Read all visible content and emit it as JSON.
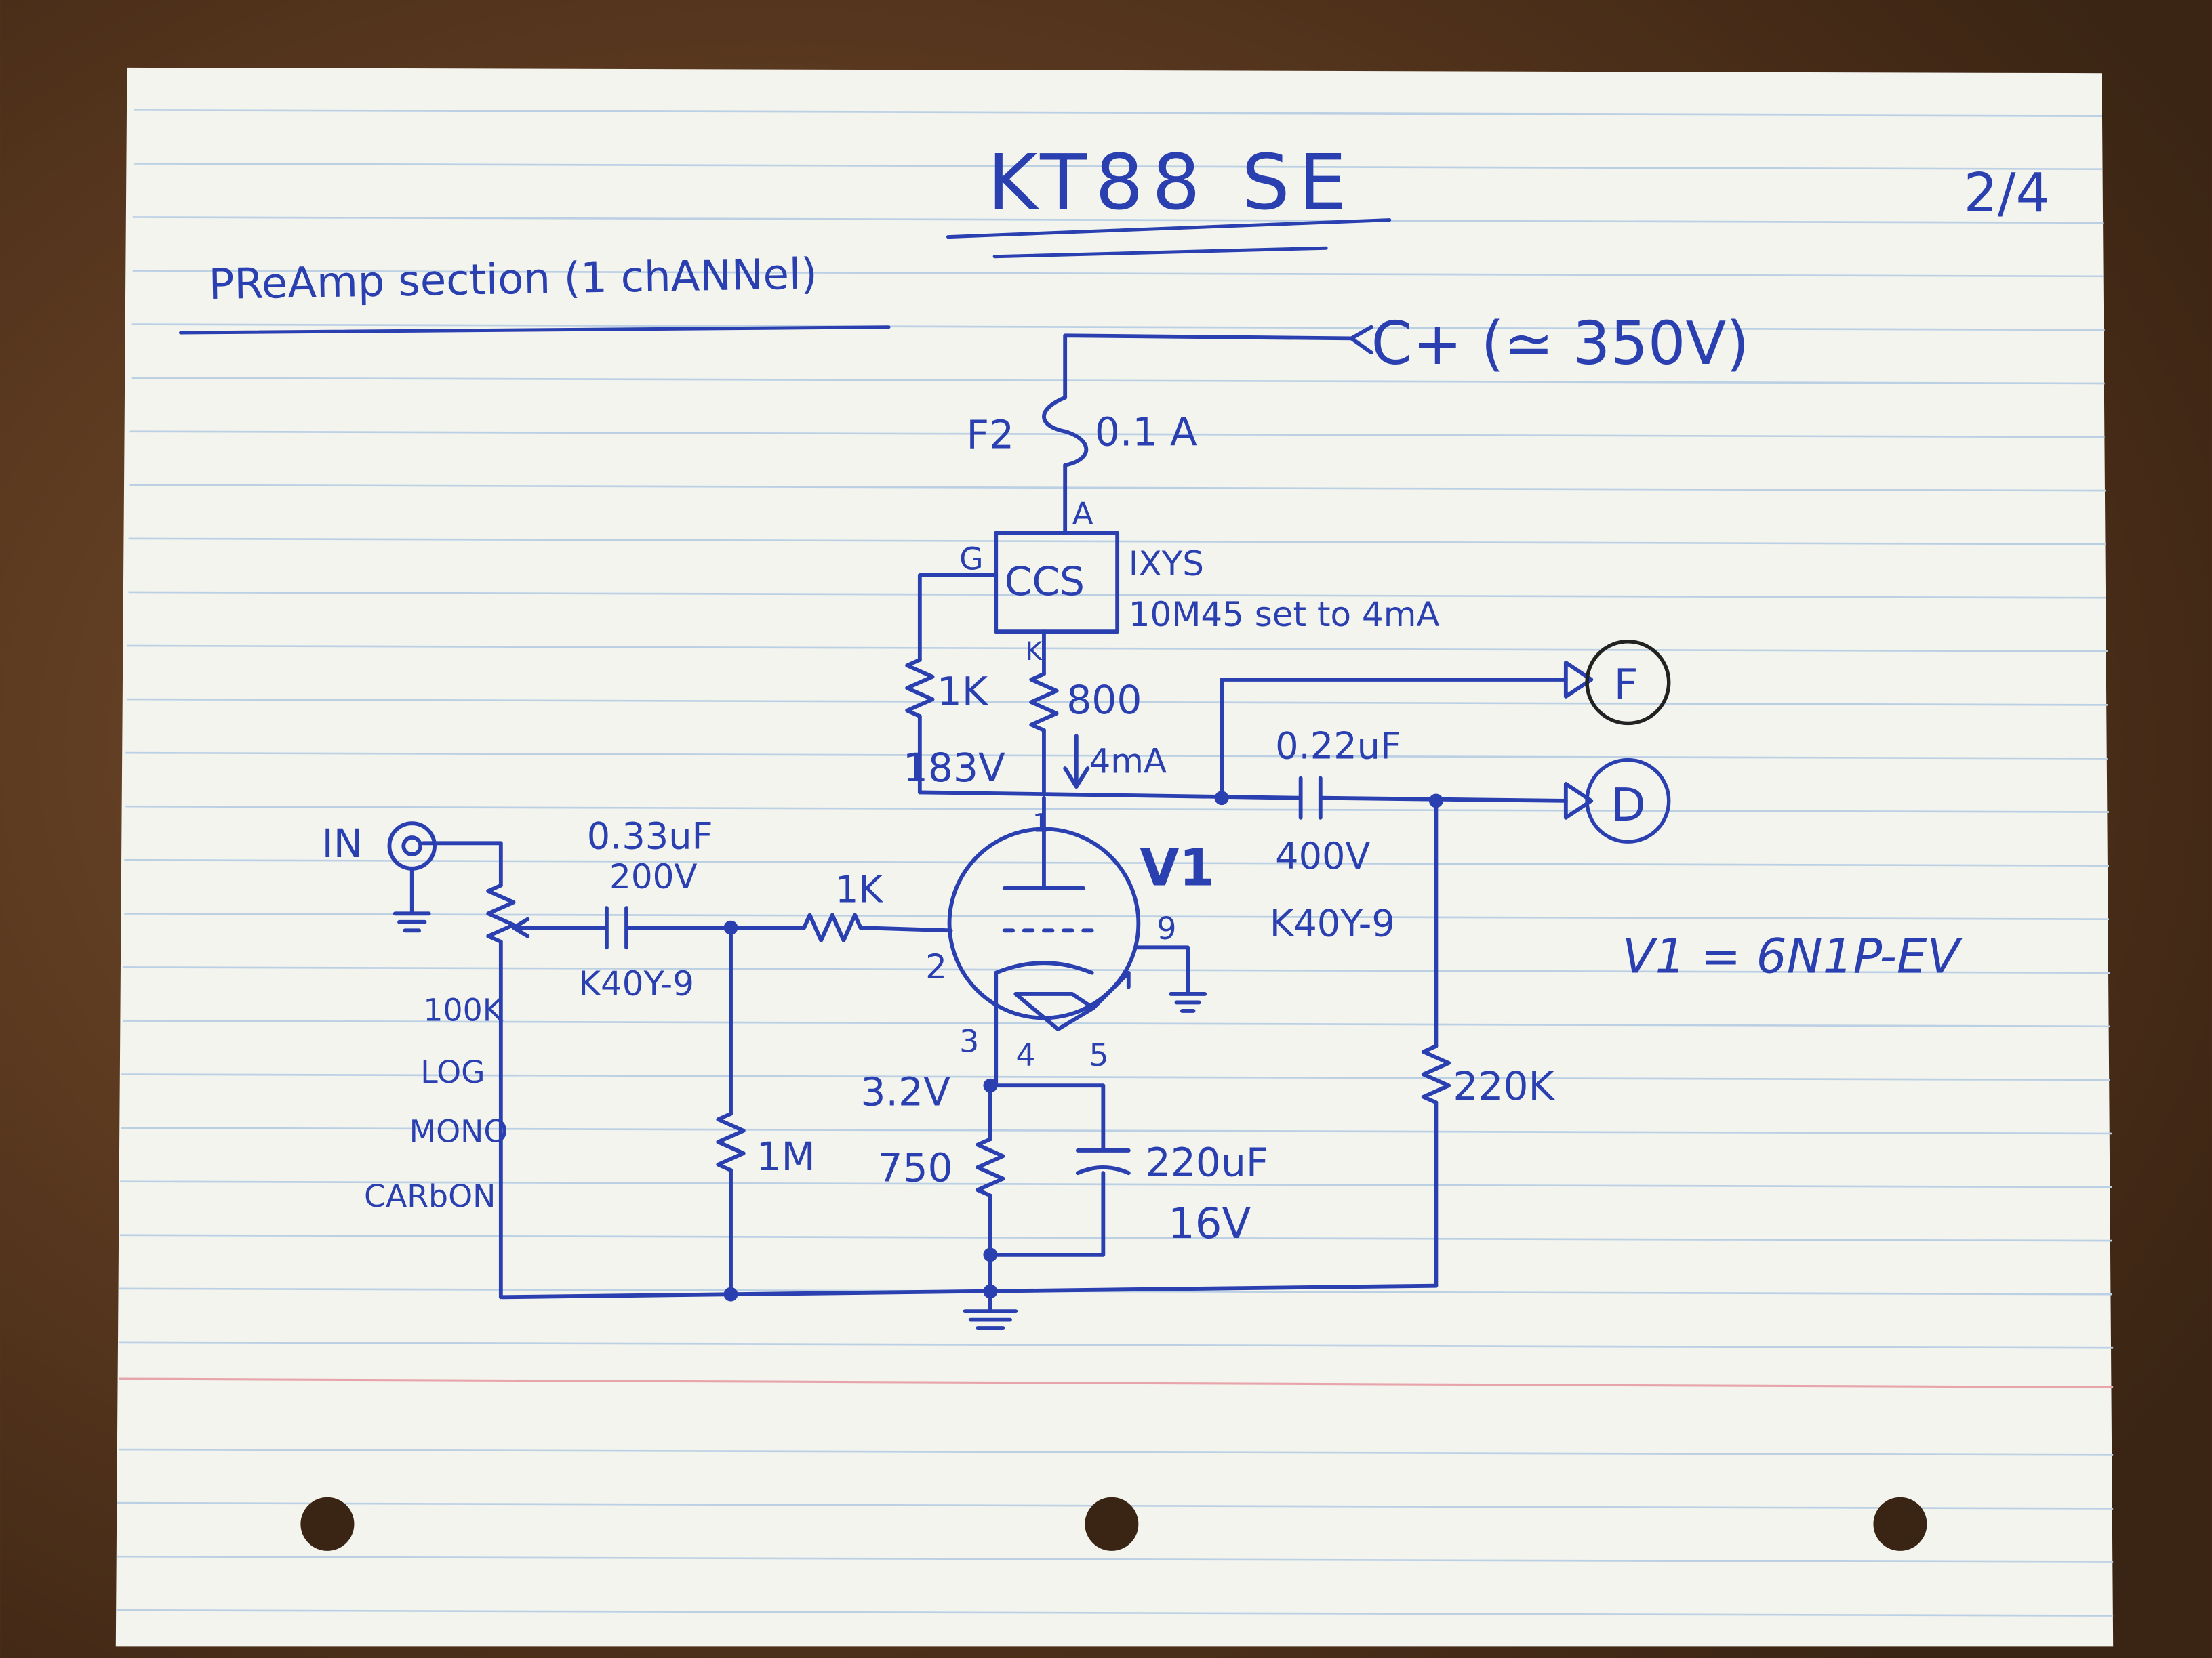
{
  "page": {
    "title": "KT88 SE",
    "page_number": "2/4",
    "subtitle": "PReAmp section (1 chANNel)"
  },
  "supply": {
    "rail": "C+ (≃ 350V)",
    "fuse_label": "F2",
    "fuse_rating": "0.1 A"
  },
  "ccs": {
    "label": "CCS",
    "pin_a": "A",
    "pin_g": "G",
    "pin_k": "K",
    "part": "IXYS",
    "part_note": "10M45 set to 4mA",
    "gate_resistor": "1K",
    "sense_resistor": "800",
    "current": "4mA",
    "voltage": "183V"
  },
  "input": {
    "jack_label": "IN",
    "pot": [
      "100K",
      "LOG",
      "MONO",
      "CARbON"
    ],
    "cap_value": "0.33uF",
    "cap_voltage": "200V",
    "cap_type": "K40Y-9",
    "grid_leak": "1M",
    "grid_stopper": "1K"
  },
  "tube": {
    "label": "V1",
    "pins": {
      "plate": "1",
      "grid": "2",
      "cathode": "3",
      "heater_a": "4",
      "heater_b": "5",
      "shield": "9"
    },
    "cathode_voltage": "3.2V",
    "cathode_resistor": "750",
    "bypass_cap": "220uF",
    "bypass_voltage": "16V",
    "type_note": "V1 = 6N1P-EV"
  },
  "output": {
    "coupling_cap": "0.22uF",
    "cap_voltage": "400V",
    "cap_type": "K40Y-9",
    "load_resistor": "220K",
    "out_f": "F",
    "out_d": "D"
  },
  "colors": {
    "ink": "#2a3fb0",
    "black_ink": "#222222",
    "paper": "#f4f4ef",
    "rule": "#bcd0e4",
    "margin": "#e7a4aa",
    "wood": "#5b3a21"
  }
}
